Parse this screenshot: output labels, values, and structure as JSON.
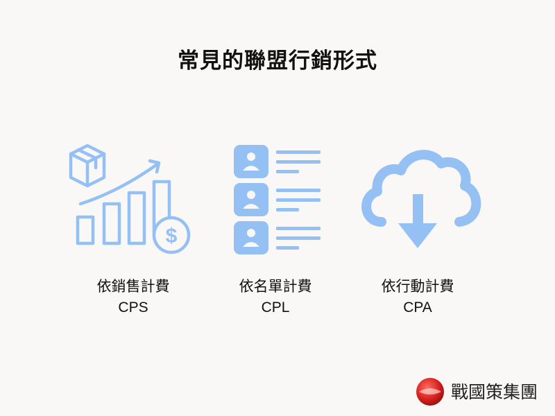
{
  "title": "常見的聯盟行銷形式",
  "accent_color": "#94c0f4",
  "cards": [
    {
      "icon": "sales-growth-icon",
      "label_zh": "依銷售計費",
      "label_en": "CPS"
    },
    {
      "icon": "contact-list-icon",
      "label_zh": "依名單計費",
      "label_en": "CPL"
    },
    {
      "icon": "cloud-download-icon",
      "label_zh": "依行動計費",
      "label_en": "CPA"
    }
  ],
  "brand": {
    "name": "戰國策集團",
    "logo_color": "#d8231f"
  }
}
